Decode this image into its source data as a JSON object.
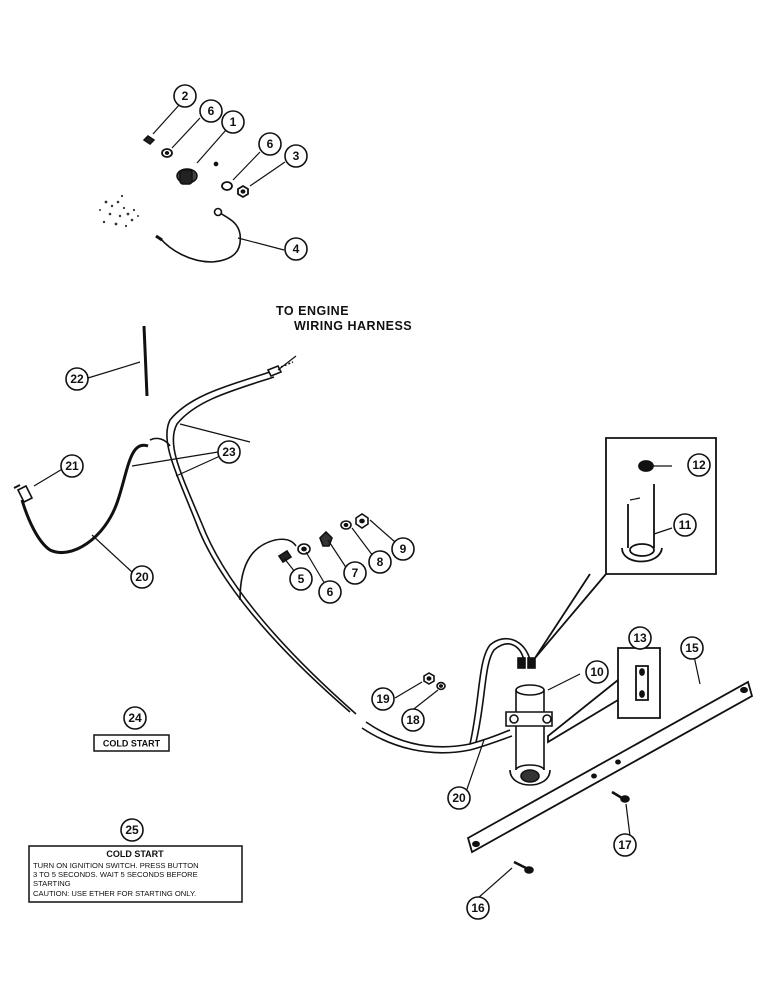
{
  "labels": {
    "engine_line1": "TO  ENGINE",
    "engine_line2": "WIRING HARNESS"
  },
  "decal_small": {
    "text": "COLD START"
  },
  "decal_large": {
    "title": "COLD START",
    "lines": [
      "TURN ON IGNITION SWITCH. PRESS BUTTON",
      "3 TO 5 SECONDS. WAIT 5 SECONDS BEFORE",
      "STARTING",
      "CAUTION:  USE ETHER FOR STARTING ONLY."
    ]
  },
  "callouts": [
    {
      "n": "1"
    },
    {
      "n": "2"
    },
    {
      "n": "3"
    },
    {
      "n": "4"
    },
    {
      "n": "5"
    },
    {
      "n": "6"
    },
    {
      "n": "6"
    },
    {
      "n": "6"
    },
    {
      "n": "7"
    },
    {
      "n": "8"
    },
    {
      "n": "9"
    },
    {
      "n": "10"
    },
    {
      "n": "11"
    },
    {
      "n": "12"
    },
    {
      "n": "13"
    },
    {
      "n": "15"
    },
    {
      "n": "16"
    },
    {
      "n": "17"
    },
    {
      "n": "18"
    },
    {
      "n": "19"
    },
    {
      "n": "20"
    },
    {
      "n": "20"
    },
    {
      "n": "21"
    },
    {
      "n": "22"
    },
    {
      "n": "23"
    },
    {
      "n": "24"
    },
    {
      "n": "25"
    }
  ]
}
